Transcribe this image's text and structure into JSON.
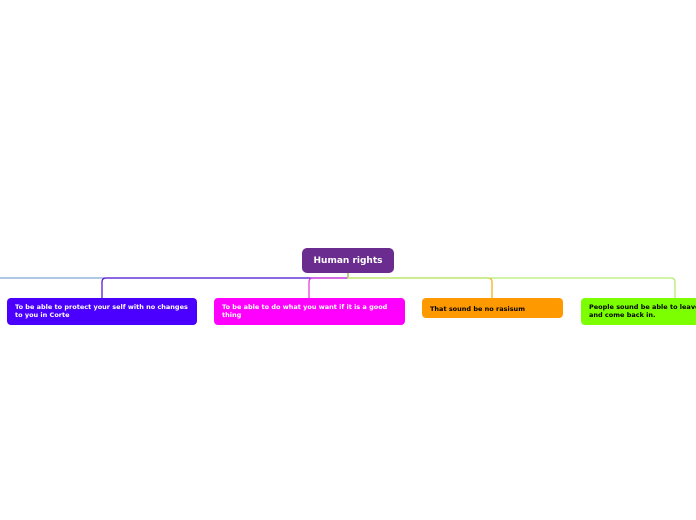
{
  "central": {
    "label": "Human rights",
    "color": "#6a2d8f",
    "text_color": "#ffffff"
  },
  "branches": [
    {
      "label": "To be able to protect your self with no changes to you in Corte",
      "color": "#4b00ff",
      "text_color": "#ffffff",
      "line_color": "#5a1ad8"
    },
    {
      "label": "To be able to do what you want if  it is a good thing",
      "color": "#ff00ff",
      "text_color": "#ffffff",
      "line_color": "#e040e0"
    },
    {
      "label": "That sound be no rasisum",
      "color": "#ff9900",
      "text_color": "#000000",
      "line_color": "#f0b020"
    },
    {
      "label": "People sound be able to leave and come back in.",
      "color": "#7cff00",
      "text_color": "#000000",
      "line_color": "#b4ec70"
    }
  ],
  "offscreen_branch_line_color": "#7fa6d8"
}
